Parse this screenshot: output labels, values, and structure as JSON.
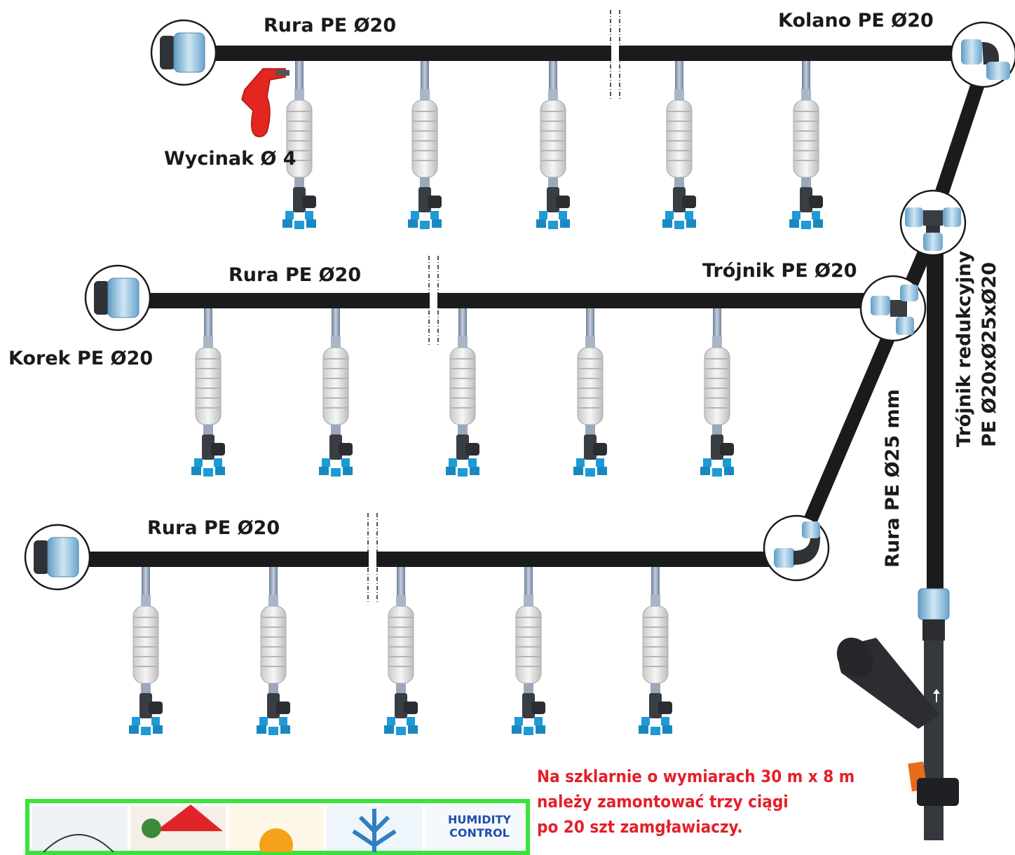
{
  "labels": {
    "rura_top": "Rura  PE Ø20",
    "kolano": "Kolano  PE Ø20",
    "wycinak": "Wycinak Ø 4",
    "rura_mid": "Rura  PE Ø20",
    "trojnik": "Trójnik PE Ø20",
    "korek": "Korek  PE Ø20",
    "rura_bottom": "Rura  PE Ø20",
    "rura_main": "Rura  PE Ø25 mm",
    "trojnik_red_line1": "Trójnik redukcyjny",
    "trojnik_red_line2": "PE Ø20xØ25xØ20"
  },
  "note": {
    "line1": "Na szklarnie o wymiarach 30 m x 8 m",
    "line2": "należy zamontować trzy ciągi",
    "line3": "po 20 szt  zamgławiaczy."
  },
  "badge": {
    "humidity_line1": "HUMIDITY",
    "humidity_line2": "CONTROL"
  },
  "colors": {
    "pipe": "#1b1b1b",
    "fitting_blue": "#8fc3df",
    "nozzle_blue": "#1f9ad6",
    "note_red": "#e3202a",
    "frame_green": "#39e339",
    "tool_red": "#e3261f"
  },
  "icons": [
    "end-cap-icon",
    "elbow-icon",
    "tee-icon",
    "reducing-tee-icon",
    "fogger-nozzle-icon",
    "filter-valve-icon",
    "punch-tool-icon"
  ]
}
